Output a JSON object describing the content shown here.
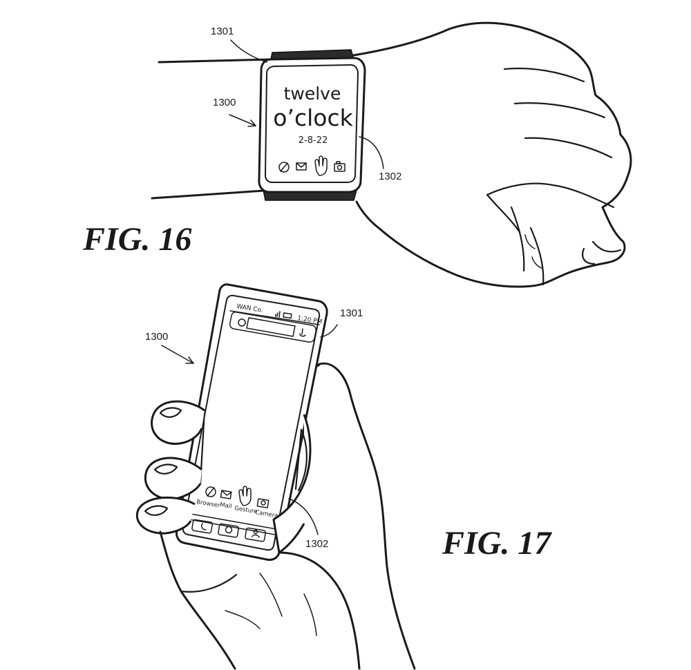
{
  "figures": [
    {
      "id": "fig16",
      "caption": "FIG. 16",
      "device_ref": "1300",
      "housing_ref": "1301",
      "display_ref": "1302",
      "watch_face": {
        "line1": "twelve",
        "line2": "o’clock",
        "date": "2-8-22"
      },
      "icons": [
        "browser-icon",
        "mail-icon",
        "gesture-hand-icon",
        "camera-icon"
      ]
    },
    {
      "id": "fig17",
      "caption": "FIG. 17",
      "device_ref": "1300",
      "housing_ref": "1301",
      "display_ref": "1302",
      "status_bar": {
        "carrier": "WAN Co.",
        "time": "1:20 PM"
      },
      "apps": [
        {
          "label": "Browser",
          "icon": "browser-icon"
        },
        {
          "label": "Mail",
          "icon": "mail-icon"
        },
        {
          "label": "Gesture",
          "icon": "gesture-hand-icon"
        },
        {
          "label": "Camera",
          "icon": "camera-icon"
        }
      ],
      "dock_icons": [
        "phone-icon",
        "home-icon",
        "contacts-icon"
      ]
    }
  ]
}
